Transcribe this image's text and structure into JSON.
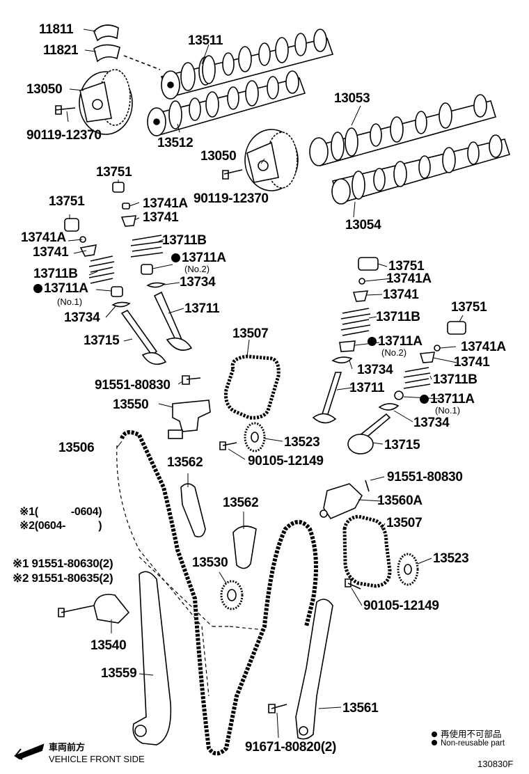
{
  "diagram": {
    "part_labels": {
      "p11811": "11811",
      "p11821": "11821",
      "p13511": "13511",
      "p13050a": "13050",
      "p90119a": "90119-12370",
      "p13512": "13512",
      "p13053": "13053",
      "p13050b": "13050",
      "p90119b": "90119-12370",
      "p13054": "13054",
      "p13751a": "13751",
      "p13741Aa": "13741A",
      "p13741a": "13741",
      "p13751b": "13751",
      "p13711Ba": "13711B",
      "p13741Ab": "13741A",
      "p13711Aa": "13711A",
      "p13741b": "13741",
      "p13734a": "13734",
      "p13711Bb": "13711B",
      "p13711Ab": "13711A",
      "p13711a": "13711",
      "p13734b": "13734",
      "p13715a": "13715",
      "p13507a": "13507",
      "p13751c": "13751",
      "p13741Ac": "13741A",
      "p13741c": "13741",
      "p13711Bc": "13711B",
      "p13751d": "13751",
      "p13711Ac": "13711A",
      "p13741Ad": "13741A",
      "p13741d": "13741",
      "p13734c": "13734",
      "p13711b": "13711",
      "p13711Bd": "13711B",
      "p13711Ad": "13711A",
      "p13734d": "13734",
      "p13715b": "13715",
      "p91551a": "91551-80830",
      "p13550": "13550",
      "p13506": "13506",
      "p13523a": "13523",
      "p90105a": "90105-12149",
      "p13562a": "13562",
      "p91551b": "91551-80830",
      "p13560A": "13560A",
      "p13562b": "13562",
      "p13507b": "13507",
      "p13523b": "13523",
      "p13530": "13530",
      "p90105b": "90105-12149",
      "p13540": "13540",
      "p13559": "13559",
      "p13561": "13561",
      "p91671": "91671-80820(2)"
    },
    "sub_notes": {
      "no2a": "(No.2)",
      "no1a": "(No.1)",
      "no2b": "(No.2)",
      "no1b": "(No.1)"
    },
    "applicability": {
      "note1": "※1(　　　-0604)",
      "note2": "※2(0604-　　　)",
      "bolt1": "※1 91551-80630(2)",
      "bolt2": "※2 91551-80635(2)"
    },
    "legend": {
      "item1": "再使用不可部品",
      "item2": "Non-reusable part"
    },
    "direction": {
      "jp": "車両前方",
      "en": "VEHICLE FRONT SIDE"
    },
    "figure_code": "130830F"
  }
}
